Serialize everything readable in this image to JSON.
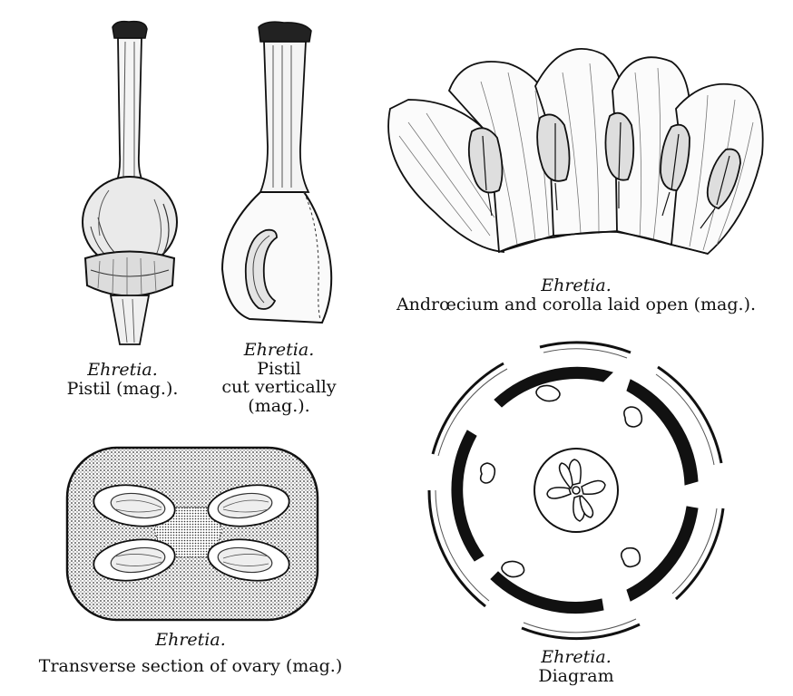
{
  "figures": {
    "pistil": {
      "genus": "Ehretia.",
      "caption": "Pistil (mag.)."
    },
    "pistil_cut": {
      "genus": "Ehretia.",
      "caption_lines": [
        "Pistil",
        "cut vertically",
        "(mag.)."
      ]
    },
    "androecium": {
      "genus": "Ehretia.",
      "caption": "Andrœcium and corolla laid open (mag.)."
    },
    "ovary_section": {
      "genus": "Ehretia.",
      "caption": "Transverse section of ovary (mag.)"
    },
    "diagram": {
      "genus": "Ehretia.",
      "caption": "Diagram"
    }
  }
}
